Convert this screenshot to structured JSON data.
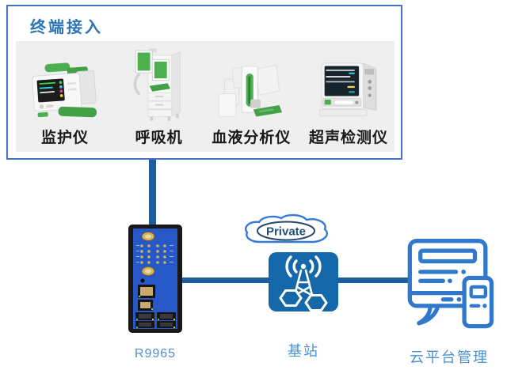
{
  "terminal_box": {
    "title": "终端接入",
    "devices": [
      {
        "label": "监护仪",
        "icon": "patient-monitor-icon"
      },
      {
        "label": "呼吸机",
        "icon": "ventilator-icon"
      },
      {
        "label": "血液分析仪",
        "icon": "blood-analyzer-icon"
      },
      {
        "label": "超声检测仪",
        "icon": "ultrasound-monitor-icon"
      }
    ]
  },
  "router": {
    "label": "R9965"
  },
  "network_cloud": {
    "label": "Private"
  },
  "base_station": {
    "label": "基站"
  },
  "cloud_platform": {
    "label": "云平台管理"
  },
  "colors": {
    "box_border": "#4472C4",
    "title_blue": "#2E74B5",
    "panel_gray": "#EFEFEF",
    "connector_blue": "#1E5C9B",
    "caption_blue": "#4A90D5",
    "base_station_blue": "#1467A8",
    "platform_icon_blue": "#2F78CC",
    "device_green": "#43A047",
    "router_face_blue": "#2857C8",
    "private_text_navy": "#1F4E79"
  }
}
